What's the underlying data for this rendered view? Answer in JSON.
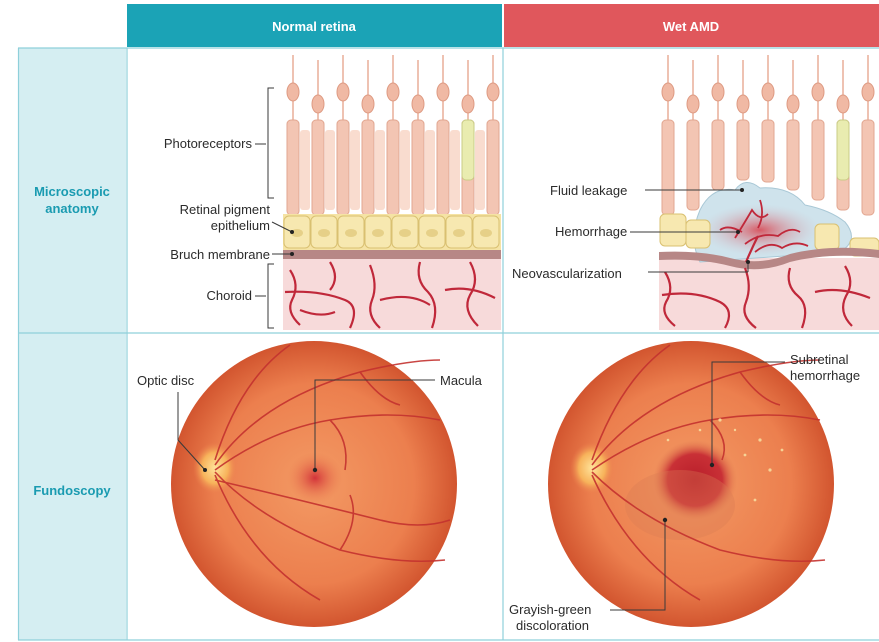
{
  "columns": {
    "normal": "Normal retina",
    "amd": "Wet AMD"
  },
  "rows": {
    "micro_line1": "Microscopic",
    "micro_line2": "anatomy",
    "fundus": "Fundoscopy"
  },
  "normal_labels": {
    "photoreceptors": "Photoreceptors",
    "rpe_line1": "Retinal pigment",
    "rpe_line2": "epithelium",
    "bruch": "Bruch membrane",
    "choroid": "Choroid"
  },
  "amd_labels": {
    "fluid": "Fluid leakage",
    "hemorrhage": "Hemorrhage",
    "neovasc": "Neovascularization"
  },
  "fundus_labels": {
    "optic_disc": "Optic disc",
    "macula": "Macula",
    "subretinal_line1": "Subretinal",
    "subretinal_line2": "hemorrhage",
    "grayish_line1": "Grayish-green",
    "grayish_line2": "discoloration"
  },
  "colors": {
    "normal_header": "#1ba3b6",
    "amd_header": "#e0575c",
    "row_label_bg": "#d5eef2",
    "row_label_text": "#1a9bb1",
    "grid": "#8fd0da"
  }
}
